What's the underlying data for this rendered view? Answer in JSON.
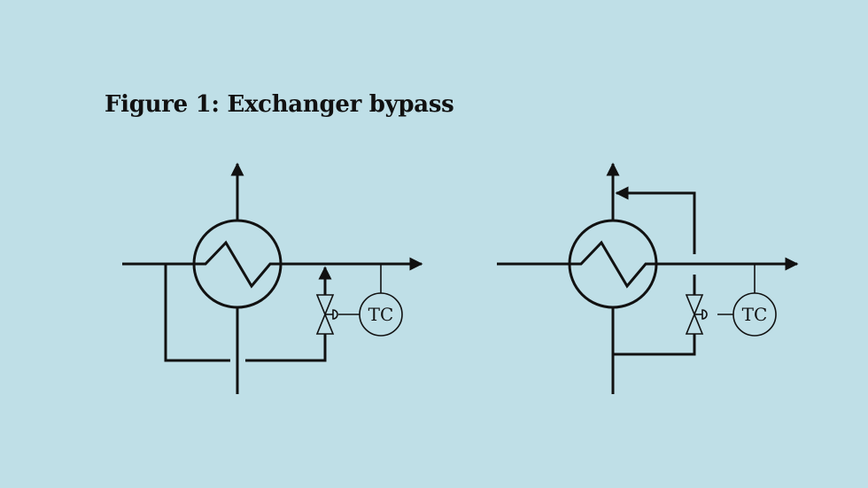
{
  "figure": {
    "title": "Figure 1: Exchanger bypass",
    "diagrams": [
      {
        "controller_label": "TC"
      },
      {
        "controller_label": "TC"
      }
    ]
  }
}
